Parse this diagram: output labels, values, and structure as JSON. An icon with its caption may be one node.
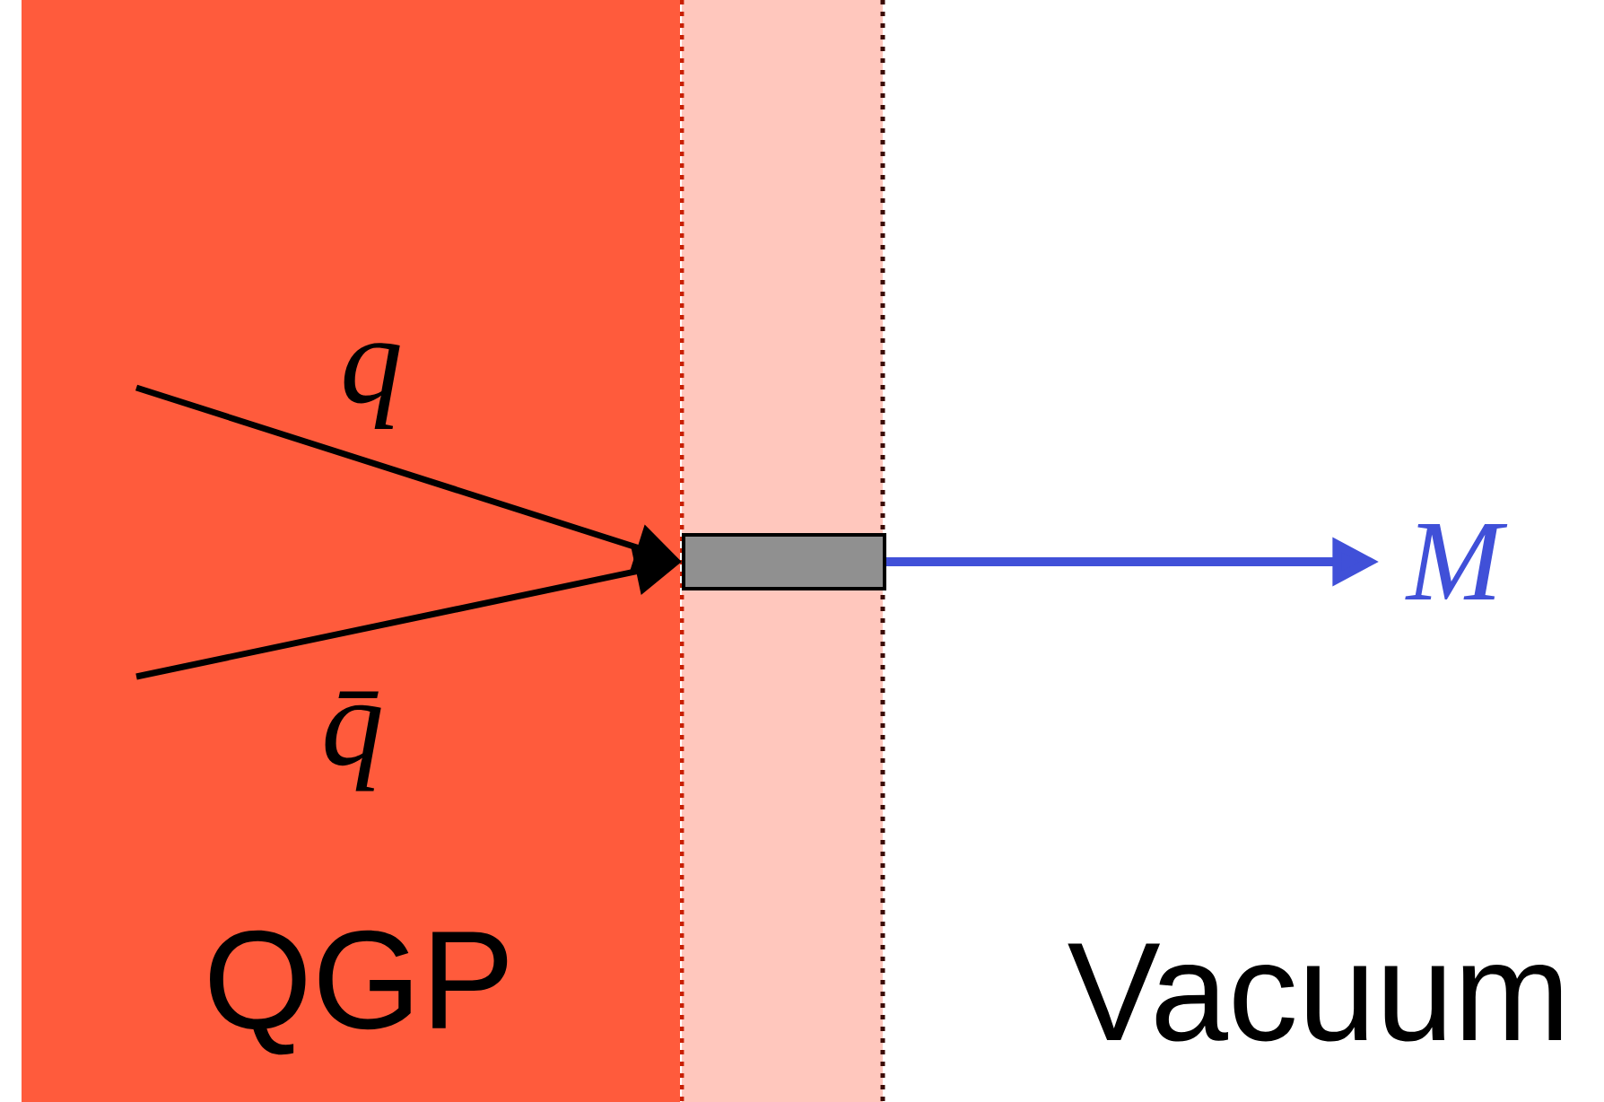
{
  "diagram": {
    "nodes": [
      {
        "text": [
          "QGP"
        ]
      },
      {
        "text": [],
        "shape": "box"
      },
      {
        "text": [
          "*M*"
        ]
      }
    ],
    "edges": [
      {
        "from": null,
        "to": 1,
        "arrow": "to",
        "label": "*q*"
      },
      {
        "from": null,
        "to": 1,
        "arrow": "to",
        "label": "*q̄*"
      },
      {
        "from": 1,
        "to": 2,
        "arrow": "to",
        "color": "#4050d8"
      }
    ],
    "labels": [
      "Vacuum"
    ]
  }
}
